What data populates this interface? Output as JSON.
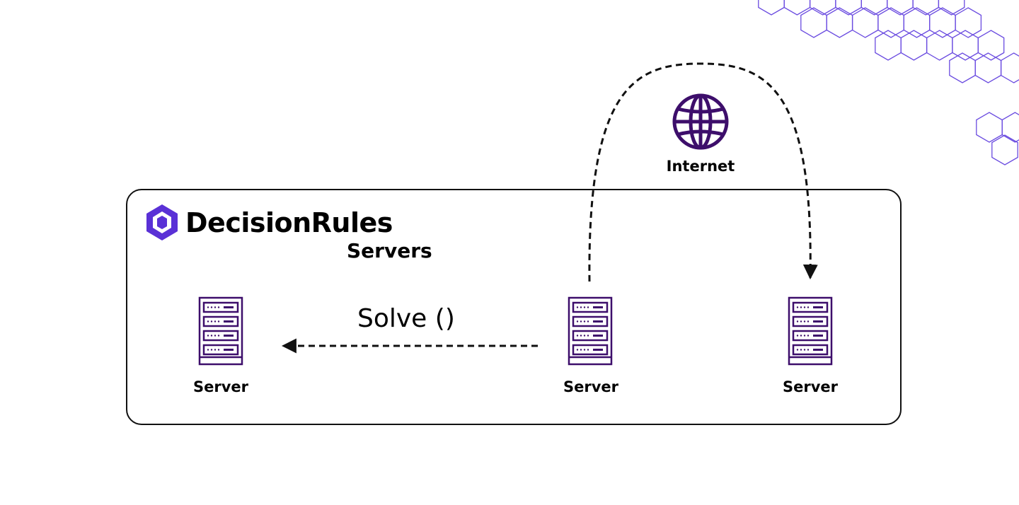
{
  "diagram": {
    "brand": {
      "name": "DecisionRules",
      "icon": "hexagon-logo-icon",
      "color": "#5a31d6"
    },
    "group_title": "Servers",
    "internet": {
      "label": "Internet",
      "icon": "globe-icon",
      "color": "#3d0e6b"
    },
    "call": {
      "label": "Solve ()"
    },
    "servers": [
      {
        "label": "Server",
        "icon": "server-rack-icon"
      },
      {
        "label": "Server",
        "icon": "server-rack-icon"
      },
      {
        "label": "Server",
        "icon": "server-rack-icon"
      }
    ],
    "colors": {
      "server": "#3d0e6b",
      "pattern": "#6a4be0",
      "line": "#111111"
    }
  }
}
